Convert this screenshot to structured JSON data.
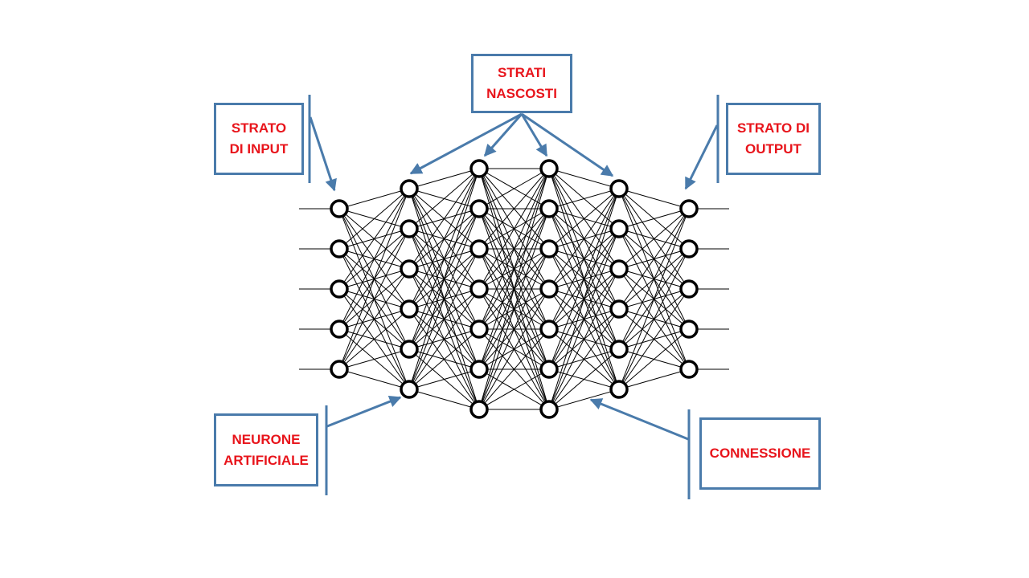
{
  "labels": {
    "input_layer": [
      "STRATO",
      "DI INPUT"
    ],
    "hidden_layers": [
      "STRATI",
      "NASCOSTI"
    ],
    "output_layer": [
      "STRATO DI",
      "OUTPUT"
    ],
    "artificial_neuron": [
      "NEURONE",
      "ARTIFICIALE"
    ],
    "connection": [
      "CONNESSIONE"
    ]
  },
  "network": {
    "layer_sizes": [
      5,
      6,
      7,
      7,
      6,
      5
    ],
    "input_stubs": 5,
    "output_stubs": 5
  },
  "colors": {
    "label_text": "#e8141b",
    "box_border": "#4a7bab",
    "arrow": "#4a7bab",
    "edge": "#000000",
    "node_stroke": "#000000",
    "node_fill": "#ffffff"
  }
}
